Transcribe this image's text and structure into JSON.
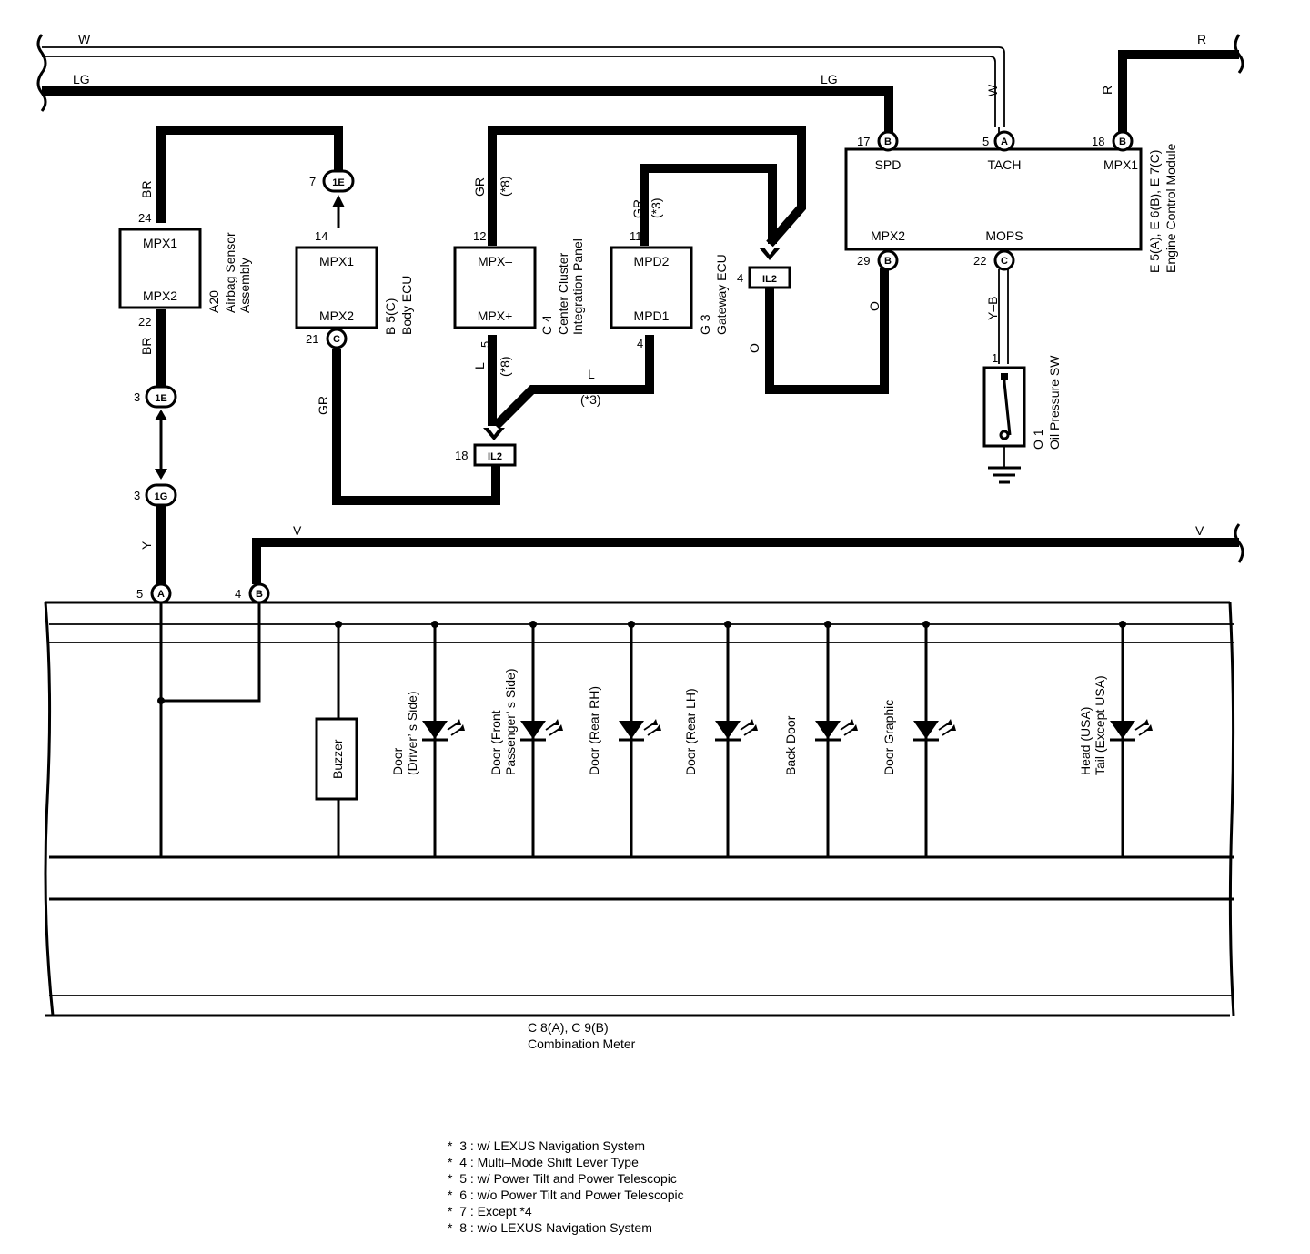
{
  "wires": {
    "w_top_left": "W",
    "w_vertical": "W",
    "lg_left": "LG",
    "lg_right": "LG",
    "r_top": "R",
    "r_vertical": "R",
    "br_top": "BR",
    "br_bottom": "BR",
    "gr_cc": "GR",
    "gr_cc_note": "(*8)",
    "gr_gw": "GR",
    "gr_gw_note": "(*3)",
    "gr_body": "GR",
    "l_cc": "L",
    "l_cc_note": "(*8)",
    "l_gw": "L",
    "l_gw_note": "(*3)",
    "o_left": "O",
    "o_right": "O",
    "yb": "Y–B",
    "y": "Y",
    "v_left": "V",
    "v_right": "V"
  },
  "connectors": {
    "c1e_top": {
      "pin": "7",
      "code": "1E"
    },
    "c1e_mid": {
      "pin": "3",
      "code": "1E"
    },
    "c1g": {
      "pin": "3",
      "code": "1G"
    },
    "il2_right": {
      "pin": "4",
      "code": "IL2"
    },
    "il2_bottom": {
      "pin": "18",
      "code": "IL2"
    }
  },
  "components": {
    "airbag": {
      "code": "A20",
      "name_line1": "Airbag Sensor",
      "name_line2": "Assembly",
      "pin_top": "24",
      "pin_bottom": "22",
      "term_top": "MPX1",
      "term_bottom": "MPX2"
    },
    "body_ecu": {
      "code": "B 5(C)",
      "name": "Body ECU",
      "pin_top": "14",
      "pin_bottom": "21",
      "pin_bottom_letter": "C",
      "term_top": "MPX1",
      "term_bottom": "MPX2"
    },
    "center_cluster": {
      "code": "C 4",
      "name_line1": "Center Cluster",
      "name_line2": "Integration Panel",
      "pin_top": "12",
      "pin_bottom": "5",
      "term_top": "MPX–",
      "term_bottom": "MPX+"
    },
    "gateway": {
      "code": "G 3",
      "name": "Gateway ECU",
      "pin_top": "11",
      "pin_bottom": "4",
      "term_top": "MPD2",
      "term_bottom": "MPD1"
    },
    "ecm": {
      "code_line1": "E 5(A), E 6(B), E 7(C)",
      "name": "Engine Control Module",
      "pins": {
        "spd": {
          "num": "17",
          "letter": "B",
          "term": "SPD"
        },
        "tach": {
          "num": "5",
          "letter": "A",
          "term": "TACH"
        },
        "mpx1": {
          "num": "18",
          "letter": "B",
          "term": "MPX1"
        },
        "mpx2": {
          "num": "29",
          "letter": "B",
          "term": "MPX2"
        },
        "mops": {
          "num": "22",
          "letter": "C",
          "term": "MOPS"
        }
      }
    },
    "oil": {
      "code": "O 1",
      "name": "Oil Pressure SW",
      "pin": "1"
    },
    "meter": {
      "code": "C 8(A), C 9(B)",
      "name": "Combination Meter",
      "pin_a_num": "5",
      "pin_a_letter": "A",
      "pin_b_num": "4",
      "pin_b_letter": "B",
      "buzzer": "Buzzer"
    }
  },
  "indicators": [
    {
      "line1": "Door",
      "line2": "(Driver’ s Side)"
    },
    {
      "line1": "Door (Front",
      "line2": "Passenger’ s Side)"
    },
    {
      "line1": "Door (Rear RH)",
      "line2": ""
    },
    {
      "line1": "Door (Rear LH)",
      "line2": ""
    },
    {
      "line1": "Back Door",
      "line2": ""
    },
    {
      "line1": "Door Graphic",
      "line2": ""
    },
    {
      "line1": "Head (USA)",
      "line2": "Tail (Except USA)"
    }
  ],
  "notes": [
    "*  3 : w/ LEXUS Navigation System",
    "*  4 : Multi–Mode Shift Lever Type",
    "*  5 : w/ Power Tilt and Power Telescopic",
    "*  6 : w/o Power Tilt and Power Telescopic",
    "*  7 : Except *4",
    "*  8 : w/o LEXUS Navigation System"
  ]
}
